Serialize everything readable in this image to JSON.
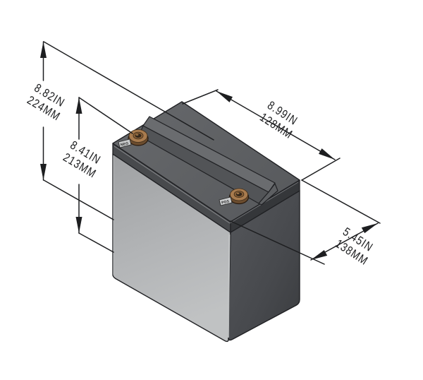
{
  "diagram": {
    "subject": "battery-isometric-dimension-drawing",
    "dimensions": {
      "total_height": {
        "inches": "8.82IN",
        "metric": "224MM"
      },
      "case_height": {
        "inches": "8.41IN",
        "metric": "213MM"
      },
      "length": {
        "inches": "8.99IN",
        "metric": "128MM"
      },
      "width": {
        "inches": "5.45IN",
        "metric": "138MM"
      }
    },
    "terminal_labels": {
      "negative": "NEG",
      "positive": "POS"
    },
    "colors": {
      "background": "#ffffff",
      "dimension_lines": "#1d1e20",
      "lid_top": "#5f6163",
      "ridge_top": "#6a6c6f",
      "body_front": "#aeb0b2",
      "body_right": "#46484c",
      "terminal_copper": "#a87b4e"
    }
  }
}
